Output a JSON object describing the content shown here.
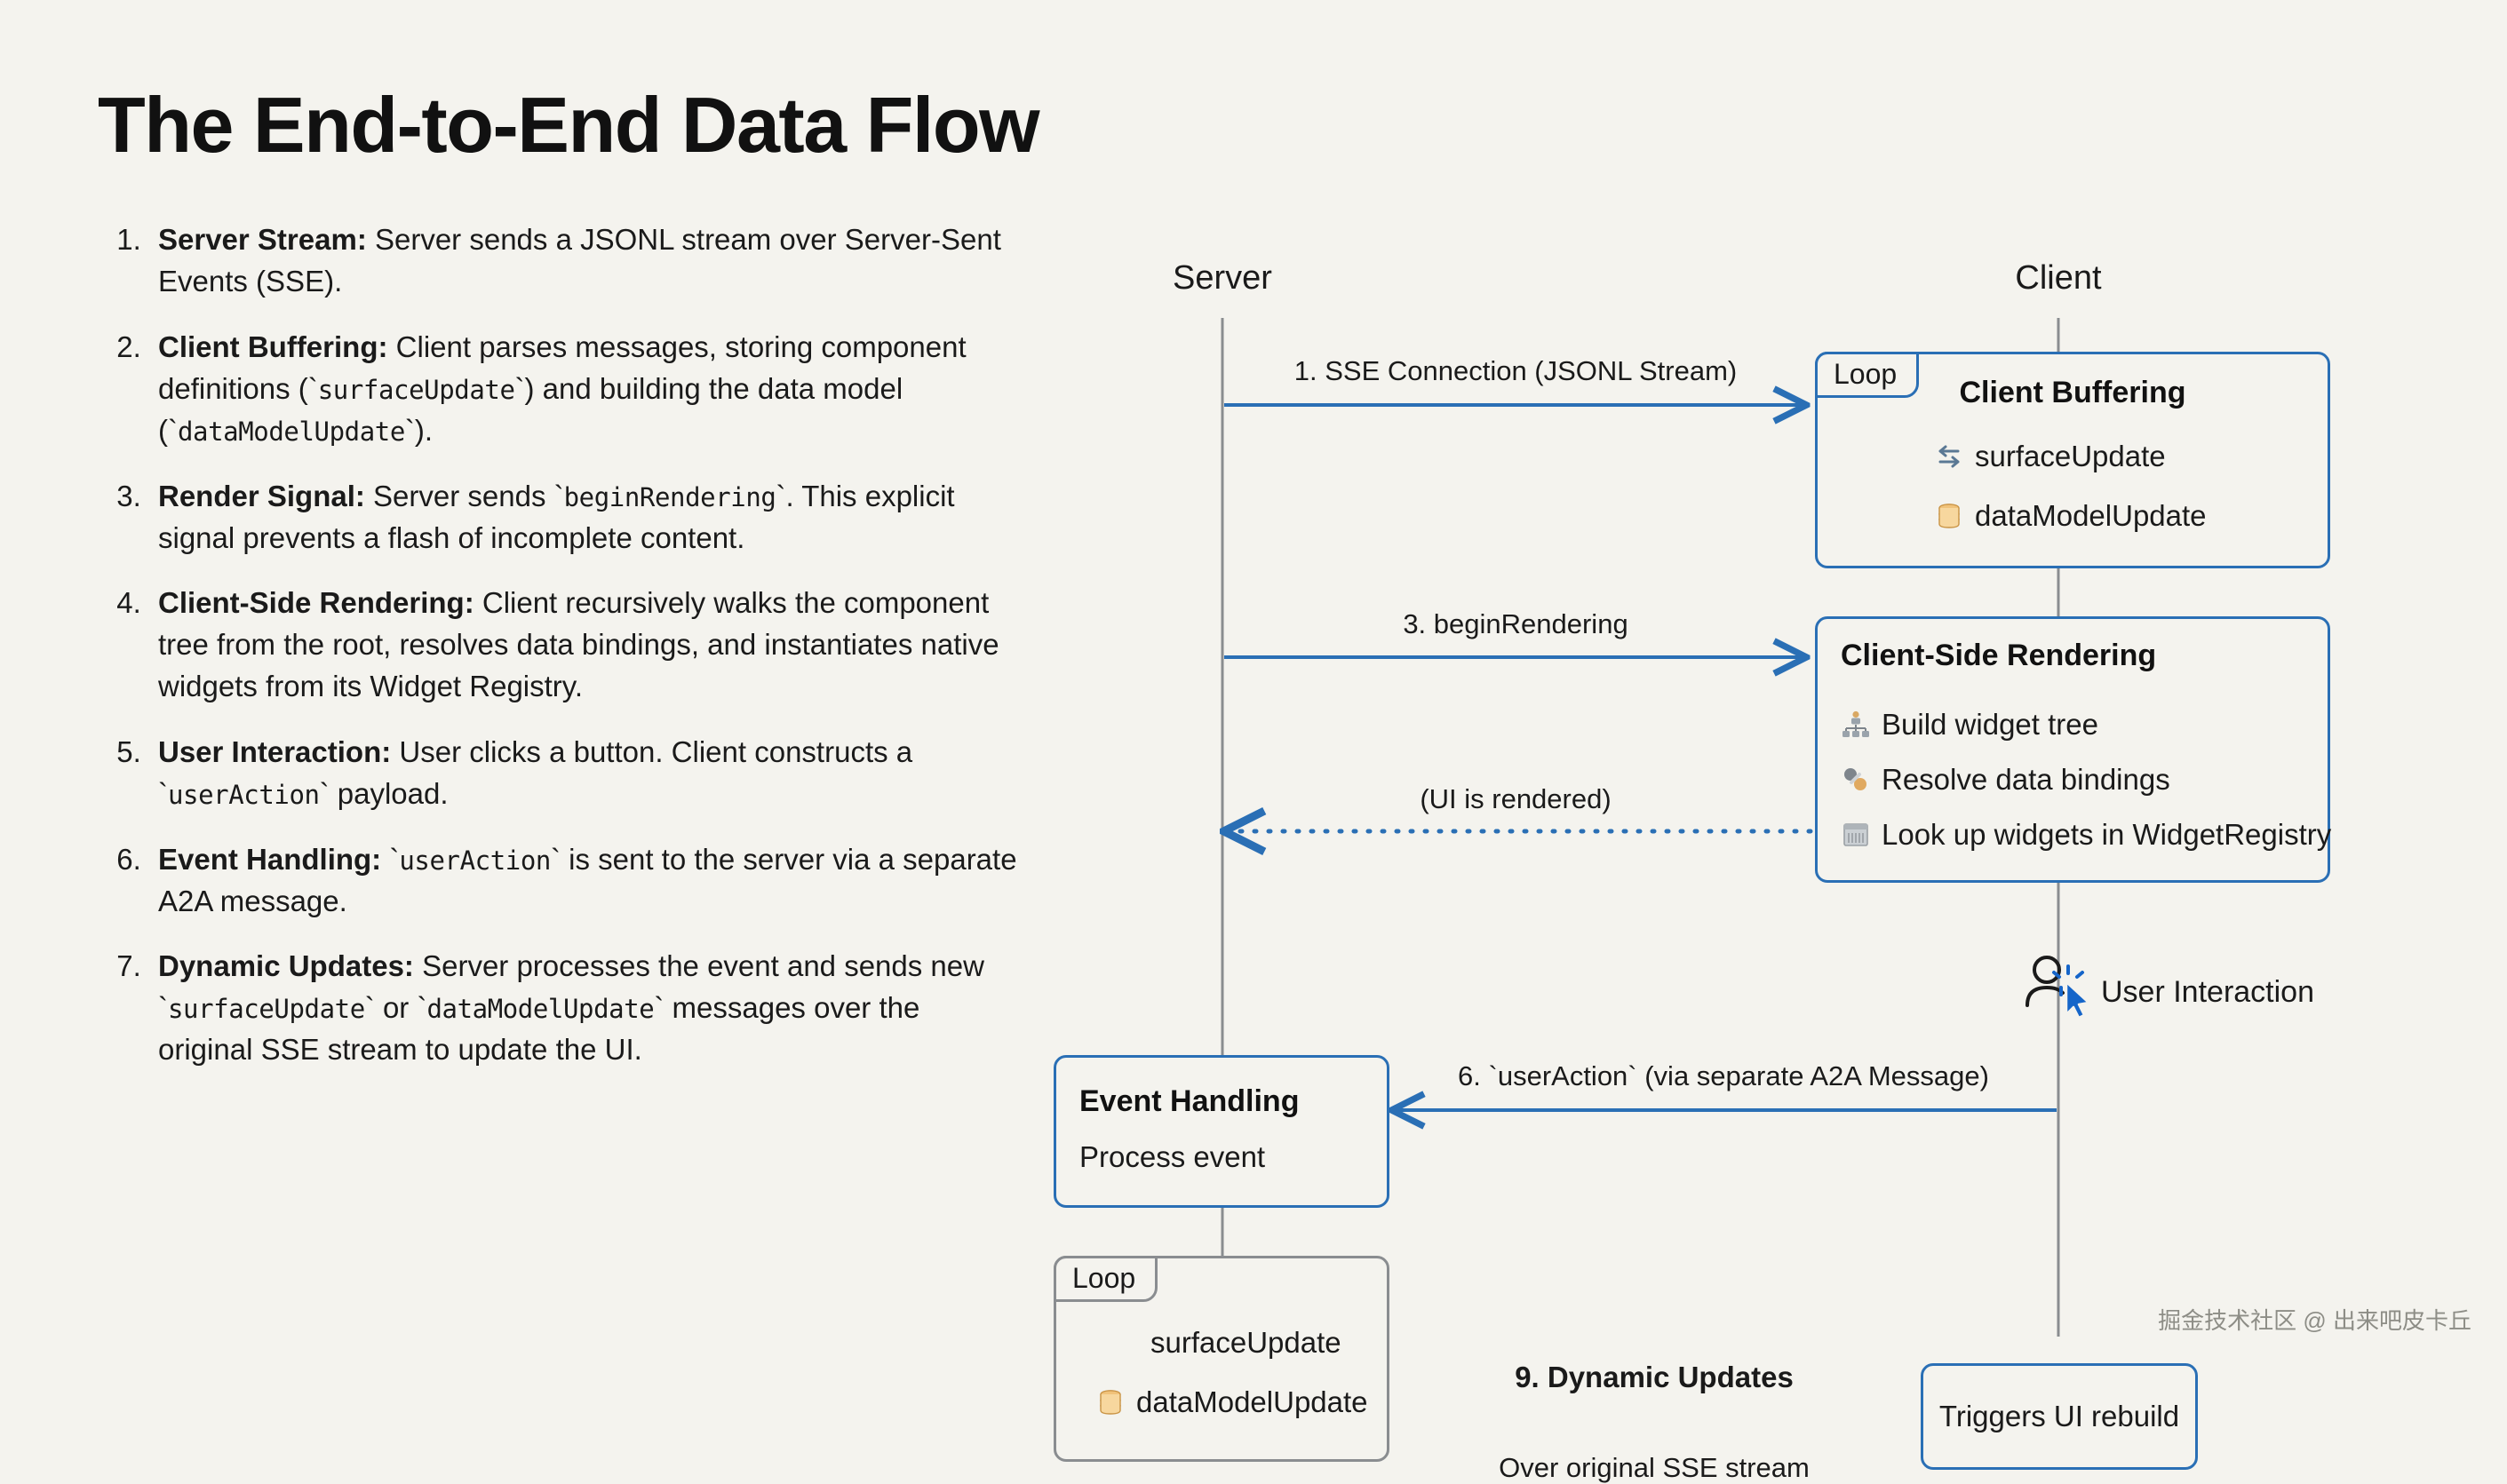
{
  "page": {
    "title": "The End-to-End Data Flow",
    "background_color": "#f4f3ee",
    "accent_blue": "#2a6fb5",
    "strong_blue": "#1565c9",
    "grey_line": "#8a8d90",
    "watermark": "掘金技术社区 @ 出来吧皮卡丘"
  },
  "steps": [
    {
      "n": "1",
      "term": "Server Stream:",
      "text": " Server sends a JSONL stream over Server-Sent Events (SSE)."
    },
    {
      "n": "2",
      "term": "Client Buffering:",
      "text_a": " Client parses messages, storing component definitions (`",
      "code_a": "surfaceUpdate",
      "text_b": "`) and building the data model (`",
      "code_b": "dataModelUpdate",
      "text_c": "`)."
    },
    {
      "n": "3",
      "term": "Render Signal:",
      "text_a": " Server sends `",
      "code_a": "beginRendering",
      "text_b": "`. This explicit signal prevents a flash of incomplete content."
    },
    {
      "n": "4",
      "term": "Client-Side Rendering:",
      "text": " Client recursively walks the component tree from the root, resolves data bindings, and instantiates native widgets from its Widget Registry."
    },
    {
      "n": "5",
      "term": "User Interaction:",
      "text_a": " User clicks a button. Client constructs a `",
      "code_a": "userAction",
      "text_b": "` payload."
    },
    {
      "n": "6",
      "term": "Event Handling:",
      "text_a": " `",
      "code_a": "userAction",
      "text_b": "` is sent to the server via a separate A2A message."
    },
    {
      "n": "7",
      "term": "Dynamic Updates:",
      "text_a": " Server processes the event and sends new `",
      "code_a": "surfaceUpdate",
      "text_b": "` or `",
      "code_b": "dataModelUpdate",
      "text_c": "` messages over the original SSE stream to update the UI."
    }
  ],
  "diagram": {
    "lanes": [
      {
        "name": "server",
        "label": "Server"
      },
      {
        "name": "client",
        "label": "Client"
      }
    ],
    "messages": [
      {
        "id": "m1",
        "label": "1. SSE Connection (JSONL Stream)",
        "direction": "server-to-client",
        "style": "solid"
      },
      {
        "id": "m3",
        "label": "3. beginRendering",
        "direction": "server-to-client",
        "style": "solid"
      },
      {
        "id": "m4",
        "label": "(UI is rendered)",
        "direction": "client-to-server",
        "style": "dotted"
      },
      {
        "id": "m6",
        "label": "6. `userAction` (via separate A2A Message)",
        "direction": "client-to-server",
        "style": "solid"
      },
      {
        "id": "m9",
        "label": "9. Dynamic Updates",
        "sublabel": "Over original SSE stream",
        "direction": "server-to-client",
        "style": "thick"
      }
    ],
    "client_buffering": {
      "loop_label": "Loop",
      "title": "Client Buffering",
      "rows": [
        {
          "icon": "exchange-icon",
          "label": "surfaceUpdate"
        },
        {
          "icon": "database-icon",
          "label": "dataModelUpdate"
        }
      ]
    },
    "client_side_rendering": {
      "title": "Client-Side Rendering",
      "rows": [
        {
          "icon": "org-tree-icon",
          "label": "Build widget tree"
        },
        {
          "icon": "link-icon",
          "label": "Resolve data bindings"
        },
        {
          "icon": "registry-icon",
          "label": "Look up widgets in WidgetRegistry"
        }
      ]
    },
    "user_interaction": {
      "icon": "user-click-icon",
      "label": "User Interaction"
    },
    "event_handling": {
      "title": "Event Handling",
      "body": "Process event"
    },
    "server_loop": {
      "loop_label": "Loop",
      "rows": [
        {
          "icon": "none",
          "label": "surfaceUpdate"
        },
        {
          "icon": "database-icon",
          "label": "dataModelUpdate"
        }
      ]
    },
    "triggers_box": {
      "label": "Triggers UI rebuild"
    }
  }
}
